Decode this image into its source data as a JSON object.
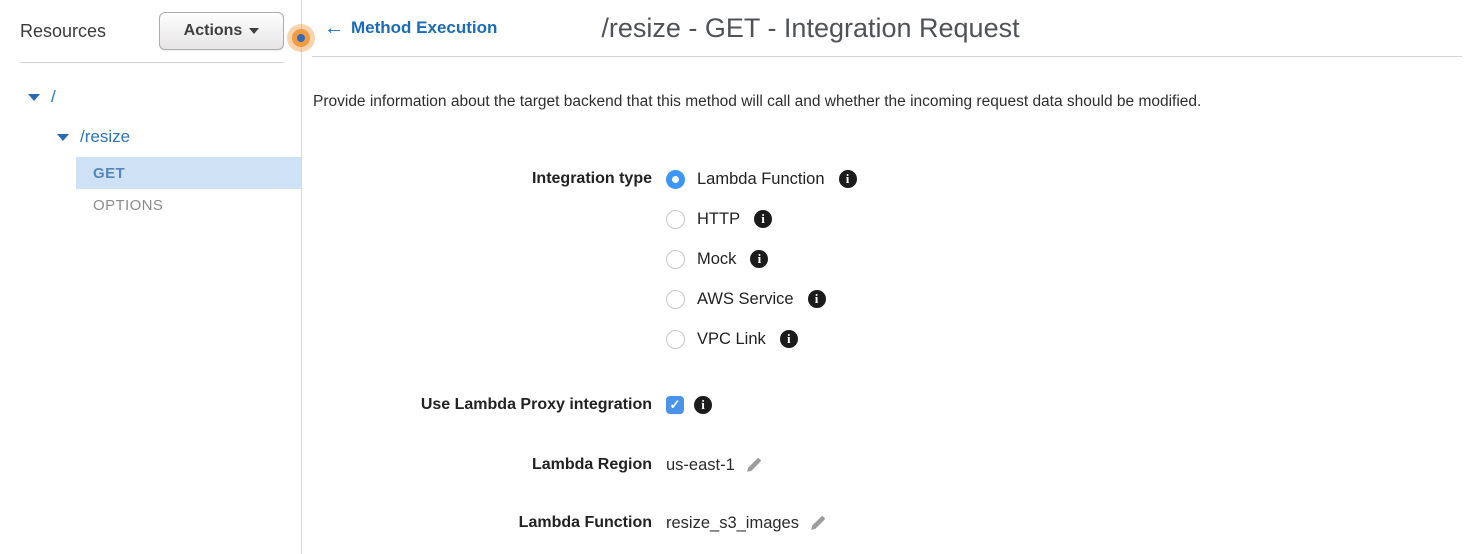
{
  "sidebar": {
    "title": "Resources",
    "actions_button_label": "Actions",
    "tree": {
      "root_label": "/",
      "resize_label": "/resize",
      "methods": [
        {
          "label": "GET",
          "selected": true
        },
        {
          "label": "OPTIONS",
          "selected": false
        }
      ]
    }
  },
  "header": {
    "back_link_label": "Method Execution",
    "title": "/resize - GET - Integration Request"
  },
  "main": {
    "description": "Provide information about the target backend that this method will call and whether the incoming request data should be modified.",
    "integration_type": {
      "label": "Integration type",
      "options": [
        {
          "label": "Lambda Function",
          "selected": true
        },
        {
          "label": "HTTP",
          "selected": false
        },
        {
          "label": "Mock",
          "selected": false
        },
        {
          "label": "AWS Service",
          "selected": false
        },
        {
          "label": "VPC Link",
          "selected": false
        }
      ]
    },
    "proxy": {
      "label": "Use Lambda Proxy integration",
      "checked": true
    },
    "region": {
      "label": "Lambda Region",
      "value": "us-east-1"
    },
    "function": {
      "label": "Lambda Function",
      "value": "resize_s3_images"
    }
  },
  "icons": {
    "back_arrow": "←",
    "info": "i",
    "check": "✓"
  },
  "colors": {
    "link_blue": "#1a6cb8",
    "tree_blue": "#2e73b8",
    "selected_row_bg": "#cfe2f5",
    "selected_method_text": "#5586b8",
    "radio_selected": "#3d96f7",
    "checkbox_blue": "#4a93ea",
    "annotation_orange": "#f0993c",
    "annotation_blue": "#2f6cb5",
    "title_gray": "#4f5358"
  }
}
